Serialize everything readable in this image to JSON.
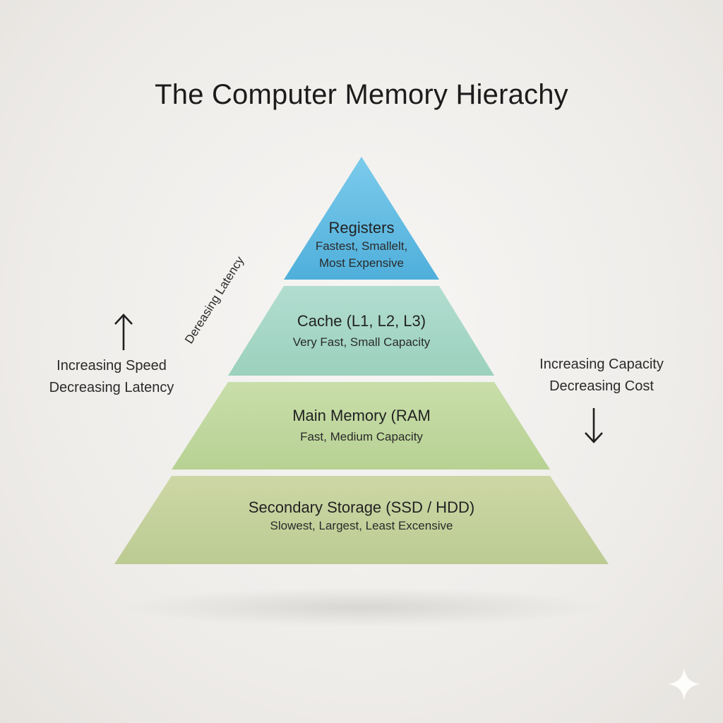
{
  "title": "The Computer Memory Hierachy",
  "tiers": [
    {
      "name": "Registers",
      "desc_lines": [
        "Fastest, Smallelt,",
        "Most Expensive"
      ],
      "color": "#5ab6de"
    },
    {
      "name": "Cache (L1, L2, L3)",
      "desc_lines": [
        "Very Fast, Small Capacity"
      ],
      "color": "#a3d6c6"
    },
    {
      "name": "Main Memory (RAM",
      "desc_lines": [
        "Fast, Medium Capacity"
      ],
      "color": "#bcd59a"
    },
    {
      "name": "Secondary Storage (SSD / HDD)",
      "desc_lines": [
        "Slowest, Largest, Least Excensive"
      ],
      "color": "#c3cf99"
    }
  ],
  "left_annotation": {
    "arrow_icon": "up-arrow-icon",
    "lines": [
      "Increasing Speed",
      "Decreasing Latency"
    ]
  },
  "diagonal_annotation": "Dereasing Latency",
  "right_annotation": {
    "arrow_icon": "down-arrow-icon",
    "lines": [
      "Increasing Capacity",
      "Decreasing Cost"
    ]
  },
  "watermark_icon": "sparkle-icon"
}
